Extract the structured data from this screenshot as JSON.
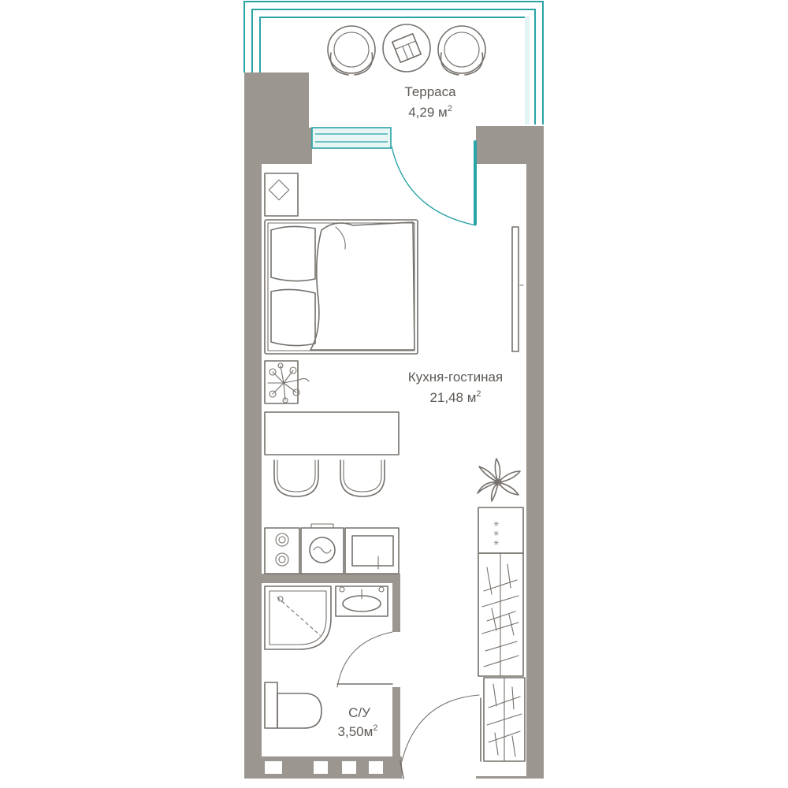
{
  "rooms": [
    {
      "name": "Терраса",
      "area": "4,29 м",
      "area_unit_sup": "2"
    },
    {
      "name": "Кухня-гостиная",
      "area": "21,48 м",
      "area_unit_sup": "2"
    },
    {
      "name": "С/У",
      "area": "3,50м",
      "area_unit_sup": "2"
    }
  ],
  "colors": {
    "wall": "#9b9690",
    "glazing": "#2aa3a6",
    "furniture_line": "#75706b",
    "label": "#5d5955"
  },
  "icons": [
    "armchair-icon",
    "side-table-icon",
    "bed-icon",
    "pillow-icon",
    "nightstand-icon",
    "plant-icon",
    "table-icon",
    "chair-icon",
    "washing-machine-icon",
    "sink-icon",
    "shower-icon",
    "toilet-icon",
    "wardrobe-icon",
    "cooktop-icon",
    "door-icon",
    "window-icon",
    "tv-icon"
  ]
}
